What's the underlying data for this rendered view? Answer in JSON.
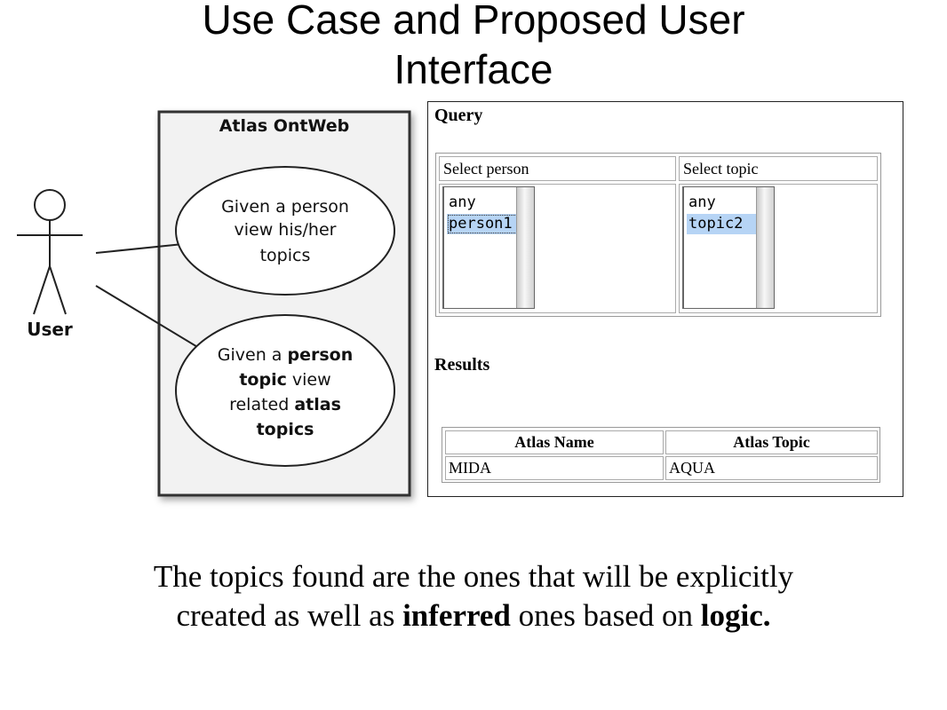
{
  "title": {
    "line1": "Use Case and Proposed User",
    "line2": "Interface"
  },
  "use_case_diagram": {
    "system_name": "Atlas OntWeb",
    "actor": "User",
    "use_case_1": [
      "Given a person",
      "view his/her",
      "topics"
    ],
    "use_case_2": {
      "line1_plain": "Given a ",
      "line1_bold": "person",
      "line2_bold": "topic",
      "line2_plain": " view",
      "line3_plain": "related ",
      "line3_bold": "atlas",
      "line4_bold": "topics"
    }
  },
  "ui_mock": {
    "query_heading": "Query",
    "person_header": "Select person",
    "topic_header": "Select topic",
    "person_options": [
      "any",
      "person1"
    ],
    "person_selected": "person1",
    "topic_options": [
      "any",
      "topic2"
    ],
    "topic_selected": "topic2",
    "results_heading": "Results",
    "results_columns": [
      "Atlas Name",
      "Atlas Topic"
    ],
    "results_rows": [
      [
        "MIDA",
        "AQUA"
      ]
    ]
  },
  "caption": {
    "line1": "The topics found are the ones that will be explicitly",
    "line2_pre": "created as well as ",
    "line2_bold1": "inferred",
    "line2_mid": " ones based on ",
    "line2_bold2": "logic."
  },
  "colors": {
    "system_fill": "#f2f2f2",
    "selection": "#b6d4f5"
  }
}
